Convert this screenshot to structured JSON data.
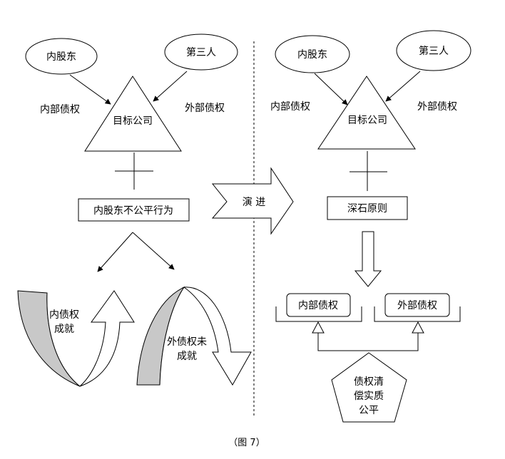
{
  "left": {
    "inner_shareholder": "内股东",
    "third_party": "第三人",
    "target_company": "目标公司",
    "internal_debt": "内部债权",
    "external_debt": "外部债权",
    "unfair_box": "内股东不公平行为",
    "inner_debt_result_line1": "内债权",
    "inner_debt_result_line2": "成就",
    "outer_debt_result_line1": "外债权未",
    "outer_debt_result_line2": "成就"
  },
  "middle": {
    "evolution": "演  进"
  },
  "right": {
    "inner_shareholder": "内股东",
    "third_party": "第三人",
    "target_company": "目标公司",
    "internal_debt": "内部债权",
    "external_debt": "外部债权",
    "deep_rock_box": "深石原则",
    "internal_debt_box": "内部债权",
    "external_debt_box": "外部债权",
    "pentagon_line1": "债权清",
    "pentagon_line2": "偿实质",
    "pentagon_line3": "公平"
  },
  "caption": "（图 7）",
  "colors": {
    "line": "#000000",
    "curl_fill": "#c8c8c8",
    "background": "#ffffff"
  }
}
